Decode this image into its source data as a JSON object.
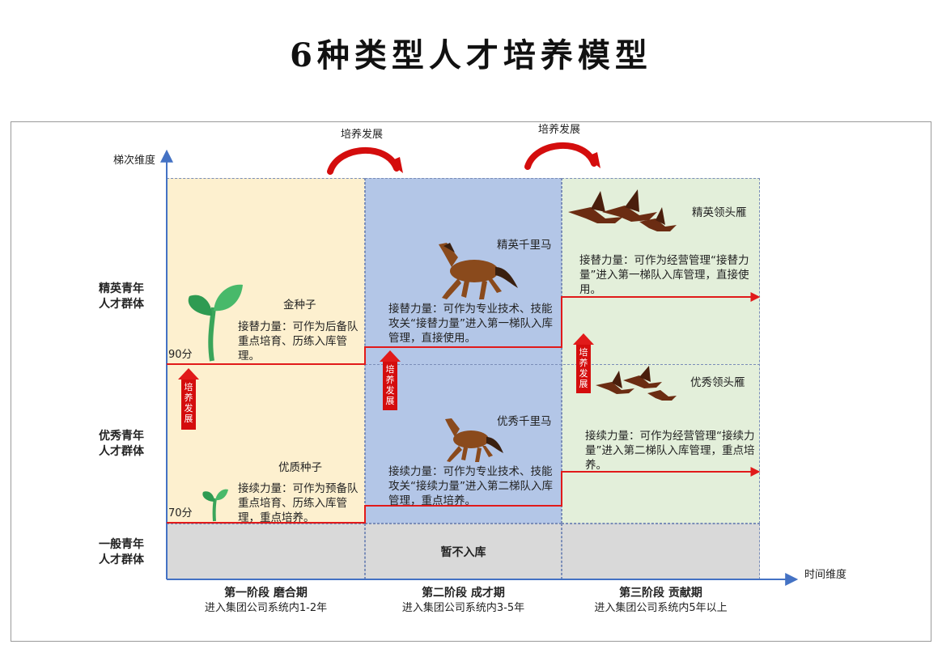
{
  "title": "6种类型人才培养模型",
  "axes": {
    "y_label": "梯次维度",
    "x_label": "时间维度"
  },
  "rows": [
    {
      "label_line1": "精英青年",
      "label_line2": "人才群体"
    },
    {
      "label_line1": "优秀青年",
      "label_line2": "人才群体"
    },
    {
      "label_line1": "一般青年",
      "label_line2": "人才群体"
    }
  ],
  "stages": [
    {
      "name": "第一阶段 磨合期",
      "desc": "进入集团公司系统内1-2年"
    },
    {
      "name": "第二阶段 成才期",
      "desc": "进入集团公司系统内3-5年"
    },
    {
      "name": "第三阶段 贡献期",
      "desc": "进入集团公司系统内5年以上"
    }
  ],
  "top_arrows": [
    {
      "label": "培养发展"
    },
    {
      "label": "培养发展"
    }
  ],
  "up_arrows": [
    {
      "label": "培养发展"
    },
    {
      "label": "培养发展"
    },
    {
      "label": "培养发展"
    }
  ],
  "thresholds": {
    "high": "90分",
    "low": "70分"
  },
  "cells": {
    "stage1_elite": {
      "name": "金种子",
      "desc": "接替力量：可作为后备队重点培育、历练入库管理。",
      "icon": "sprout-large-icon"
    },
    "stage1_good": {
      "name": "优质种子",
      "desc": "接续力量：可作为预备队重点培育、历练入库管理，重点培养。",
      "icon": "sprout-small-icon"
    },
    "stage2_elite": {
      "name": "精英千里马",
      "desc": "接替力量：可作为专业技术、技能攻关“接替力量”进入第一梯队入库管理，直接使用。",
      "icon": "horse-icon"
    },
    "stage2_good": {
      "name": "优秀千里马",
      "desc": "接续力量：可作为专业技术、技能攻关“接续力量”进入第二梯队入库管理，重点培养。",
      "icon": "horse-icon"
    },
    "stage3_elite": {
      "name": "精英领头雁",
      "desc": "接替力量：可作为经营管理“接替力量”进入第一梯队入库管理，直接使用。",
      "icon": "geese-icon"
    },
    "stage3_good": {
      "name": "优秀领头雁",
      "desc": "接续力量：可作为经营管理“接续力量”进入第二梯队入库管理，重点培养。",
      "icon": "geese-icon"
    },
    "general": {
      "label": "暂不入库"
    }
  },
  "colors": {
    "stage1_bg": "#fdf0cf",
    "stage2_bg": "#b3c6e7",
    "stage3_bg": "#e3efda",
    "general_bg": "#d9d9d9",
    "axis": "#4472c4",
    "arrow_red": "#d40d0d"
  }
}
